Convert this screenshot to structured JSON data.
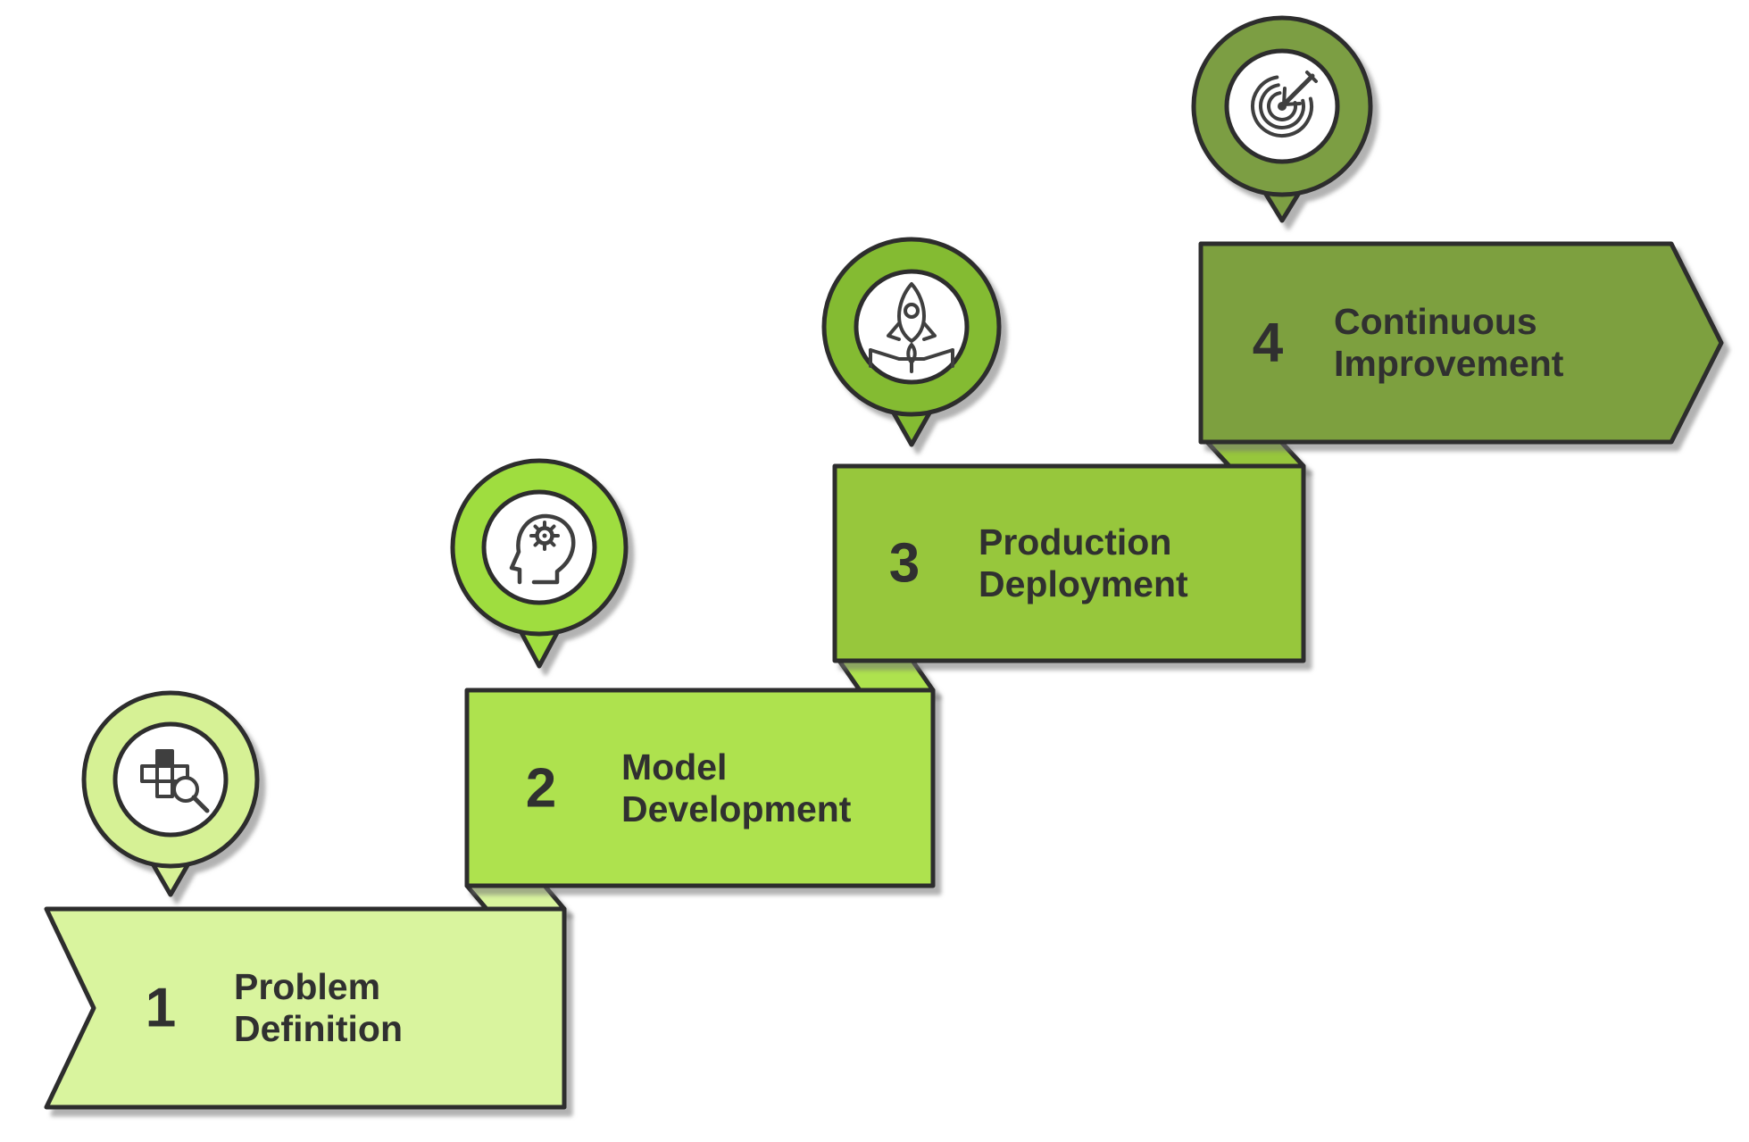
{
  "diagram": {
    "type": "staircase-process-infographic",
    "background_color": "#ffffff",
    "outline_color": "#2d2d2d",
    "icon_ink_color": "#3f3f3f",
    "text_color": "#303030",
    "steps": [
      {
        "number": "1",
        "label": "Problem Definition",
        "banner_color": "#d9f49e",
        "pin_color": "#d6f195",
        "icon": "grid-search-icon"
      },
      {
        "number": "2",
        "label": "Model Development",
        "banner_color": "#aee24e",
        "pin_color": "#9fdd3f",
        "icon": "head-gear-icon"
      },
      {
        "number": "3",
        "label": "Production Deployment",
        "banner_color": "#97c73c",
        "pin_color": "#84bb32",
        "icon": "rocket-launch-icon"
      },
      {
        "number": "4",
        "label": "Continuous Improvement",
        "banner_color": "#7da03f",
        "pin_color": "#7c9e43",
        "icon": "target-arrow-icon"
      }
    ]
  }
}
